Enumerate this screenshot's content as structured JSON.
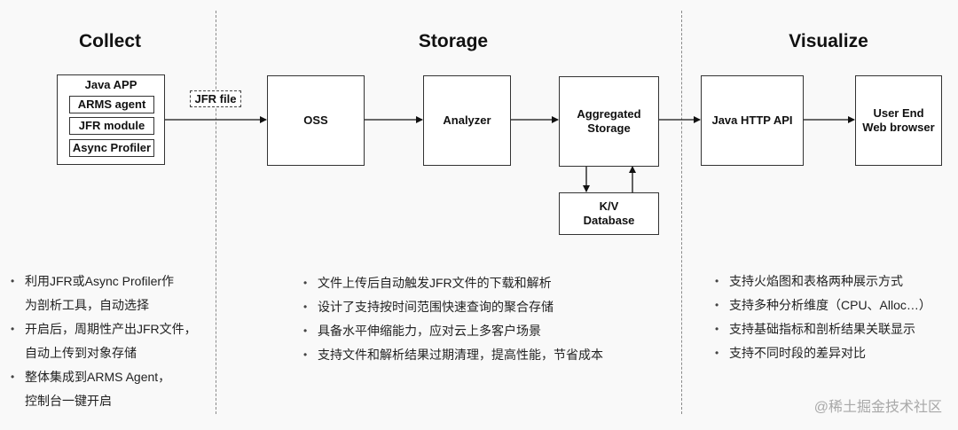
{
  "sections": {
    "collect": "Collect",
    "storage": "Storage",
    "visualize": "Visualize"
  },
  "java_app": {
    "title": "Java APP",
    "modules": [
      "ARMS agent",
      "JFR module",
      "Async Profiler"
    ]
  },
  "jfr_file_label": "JFR file",
  "nodes": {
    "oss": "OSS",
    "analyzer": "Analyzer",
    "aggregated_storage": [
      "Aggregated",
      "Storage"
    ],
    "kv_database": [
      "K/V",
      "Database"
    ],
    "java_http_api": "Java HTTP API",
    "user_end": [
      "User End",
      "Web browser"
    ]
  },
  "bullets": {
    "collect": [
      [
        "利用JFR或Async Profiler作",
        "为剖析工具，自动选择"
      ],
      [
        "开启后，周期性产出JFR文件，",
        "自动上传到对象存储"
      ],
      [
        "整体集成到ARMS Agent，",
        "控制台一键开启"
      ]
    ],
    "storage": [
      "文件上传后自动触发JFR文件的下载和解析",
      "设计了支持按时间范围快速查询的聚合存储",
      "具备水平伸缩能力，应对云上多客户场景",
      "支持文件和解析结果过期清理，提高性能，节省成本"
    ],
    "visualize": [
      "支持火焰图和表格两种展示方式",
      "支持多种分析维度（CPU、Alloc…）",
      "支持基础指标和剖析结果关联显示",
      "支持不同时段的差异对比"
    ]
  },
  "bullet_symbol": "•",
  "watermark": "@稀土掘金技术社区"
}
